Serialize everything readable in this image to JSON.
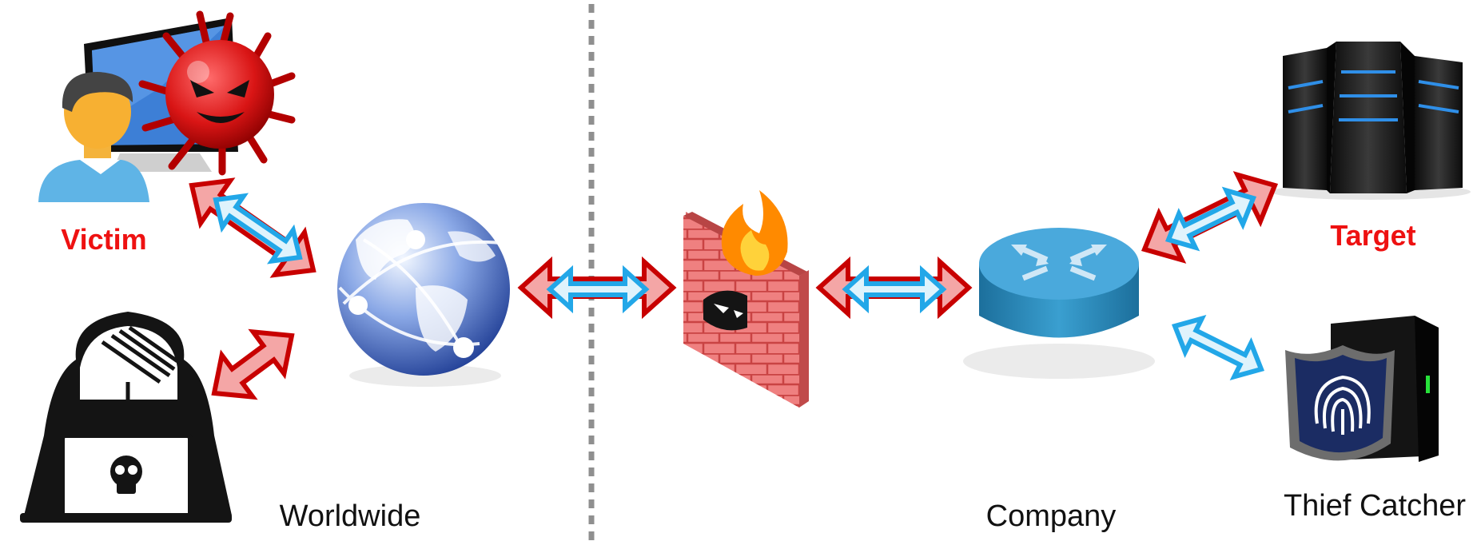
{
  "diagram": {
    "zones": [
      {
        "id": "worldwide",
        "label": "Worldwide"
      },
      {
        "id": "company",
        "label": "Company"
      }
    ],
    "nodes": [
      {
        "id": "victim",
        "label": "Victim",
        "icon": "victim-user-with-malware-icon",
        "label_color": "#ee1111"
      },
      {
        "id": "hacker",
        "label": "",
        "icon": "hooded-hacker-laptop-icon"
      },
      {
        "id": "internet",
        "label": "",
        "icon": "globe-network-icon"
      },
      {
        "id": "firewall",
        "label": "",
        "icon": "burning-firewall-icon"
      },
      {
        "id": "router",
        "label": "",
        "icon": "router-icon"
      },
      {
        "id": "target",
        "label": "Target",
        "icon": "server-rack-icon",
        "label_color": "#ee1111"
      },
      {
        "id": "thief_catcher",
        "label": "Thief Catcher",
        "icon": "fingerprint-security-server-icon"
      }
    ],
    "edges": [
      {
        "from": "victim",
        "to": "internet",
        "style": "red-and-blue-bidirectional"
      },
      {
        "from": "hacker",
        "to": "internet",
        "style": "red-bidirectional"
      },
      {
        "from": "internet",
        "to": "firewall",
        "style": "red-and-blue-bidirectional"
      },
      {
        "from": "firewall",
        "to": "router",
        "style": "red-and-blue-bidirectional"
      },
      {
        "from": "router",
        "to": "target",
        "style": "red-and-blue-bidirectional"
      },
      {
        "from": "router",
        "to": "thief_catcher",
        "style": "blue-bidirectional"
      }
    ],
    "divider": "dashed-vertical-gray",
    "colors": {
      "attack_arrow": "#c80000",
      "attack_fill": "#f4a6a6",
      "normal_arrow": "#22a7e8",
      "normal_fill": "#dff3fc",
      "label_red": "#ee1111"
    }
  }
}
